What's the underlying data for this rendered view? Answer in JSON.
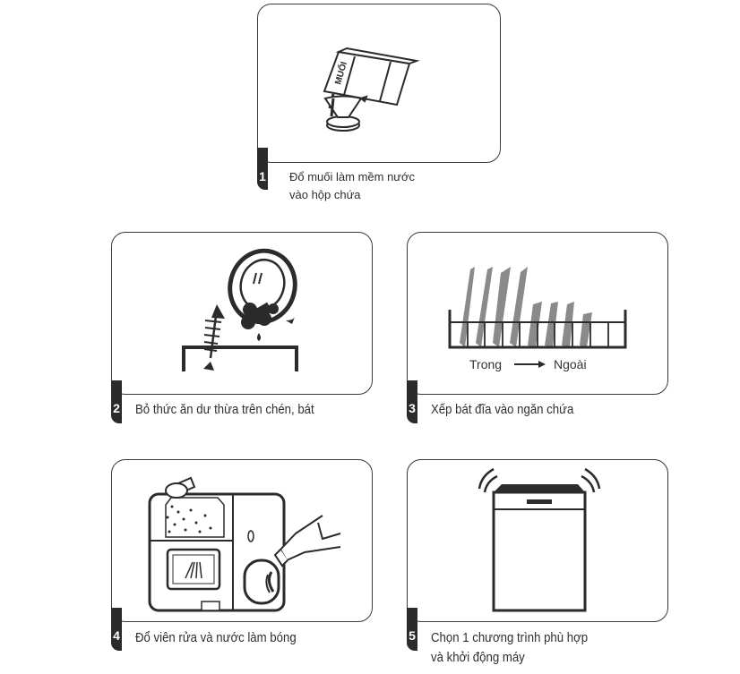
{
  "steps": [
    {
      "number": "1",
      "caption_lines": [
        "Đổ muối làm mềm nước",
        "vào hộp chứa"
      ],
      "illustration": "salt-box-pouring-into-funnel-icon",
      "box_label": "MUỐI"
    },
    {
      "number": "2",
      "caption_lines": [
        "Bỏ thức ăn dư thừa trên chén, bát"
      ],
      "illustration": "scrape-leftovers-plate-fishbone-icon"
    },
    {
      "number": "3",
      "caption_lines": [
        "Xếp bát đĩa vào ngăn chứa"
      ],
      "illustration": "dish-rack-loading-icon",
      "rack_label_from": "Trong",
      "rack_label_to": "Ngoài"
    },
    {
      "number": "4",
      "caption_lines": [
        "Đổ viên rửa và nước làm bóng"
      ],
      "illustration": "detergent-rinse-aid-dispenser-icon"
    },
    {
      "number": "5",
      "caption_lines": [
        "Chọn 1 chương trình phù hợp",
        "và khởi động máy"
      ],
      "illustration": "dishwasher-running-icon"
    }
  ],
  "colors": {
    "line": "#2b2b2b",
    "dish_fill": "#8a8a8a",
    "badge": "#2b2b2b"
  }
}
